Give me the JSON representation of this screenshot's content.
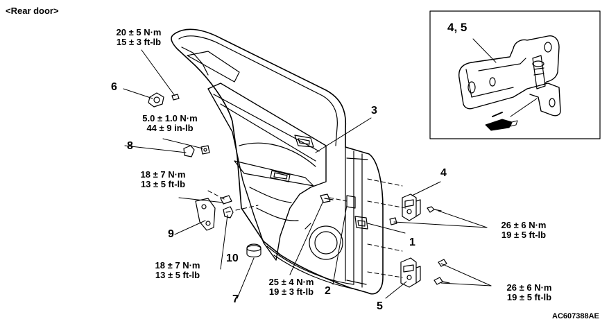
{
  "title": "<Rear door>",
  "figure_code": "AC607388AE",
  "parts": {
    "p1": "1",
    "p2": "2",
    "p3": "3",
    "p4": "4",
    "p5": "5",
    "p6": "6",
    "p7": "7",
    "p8": "8",
    "p9": "9",
    "p10": "10",
    "inset": "4, 5"
  },
  "torques": {
    "t6": [
      "20 ± 5 N·m",
      "15 ± 3 ft-lb"
    ],
    "t8": [
      "5.0 ± 1.0 N·m",
      "44 ± 9 in-lb"
    ],
    "t9": [
      "18 ± 7 N·m",
      "13 ± 5 ft-lb"
    ],
    "t10": [
      "18 ± 7 N·m",
      "13 ± 5 ft-lb"
    ],
    "t2": [
      "25 ± 4 N·m",
      "19 ± 3 ft-lb"
    ],
    "t4": [
      "26 ± 6 N·m",
      "19 ± 5 ft-lb"
    ],
    "t5": [
      "26 ± 6 N·m",
      "19 ± 5 ft-lb"
    ]
  },
  "colors": {
    "line": "#000000",
    "background": "#ffffff"
  },
  "icons": [
    "grease-applicator-icon"
  ]
}
